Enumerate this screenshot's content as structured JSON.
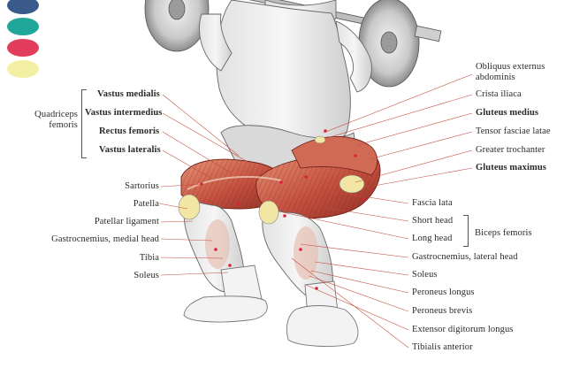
{
  "legend_colors": [
    "#3a5a8c",
    "#1fa89a",
    "#e23d5a",
    "#f3f0a6"
  ],
  "group_label": {
    "line1": "Quadriceps",
    "line2": "femoris"
  },
  "group_items": [
    "Vastus medialis",
    "Vastus intermedius",
    "Rectus femoris",
    "Vastus lateralis"
  ],
  "left_labels": [
    "Sartorius",
    "Patella",
    "Patellar ligament",
    "Gastrocnemius, medial head",
    "Tibia",
    "Soleus"
  ],
  "right_labels": {
    "obliquus": {
      "line1": "Obliquus externus",
      "line2": "abdominis"
    },
    "crista": "Crista iliaca",
    "gluteus_medius": "Gluteus medius",
    "tensor": "Tensor fasciae latae",
    "trochanter": "Greater trochanter",
    "gluteus_maximus": "Gluteus maximus",
    "fascia": "Fascia lata",
    "short_head": "Short head",
    "long_head": "Long head",
    "biceps": "Biceps femoris",
    "gastroc_lateral": "Gastrocnemius, lateral head",
    "soleus": "Soleus",
    "peroneus_longus": "Peroneus longus",
    "peroneus_brevis": "Peroneus brevis",
    "extensor": "Extensor digitorum longus",
    "tibialis": "Tibialis anterior"
  },
  "colors": {
    "muscle": "#c24b3e",
    "muscle_light": "#e38a70",
    "leader": "#c44a3a",
    "ink": "#333333"
  }
}
